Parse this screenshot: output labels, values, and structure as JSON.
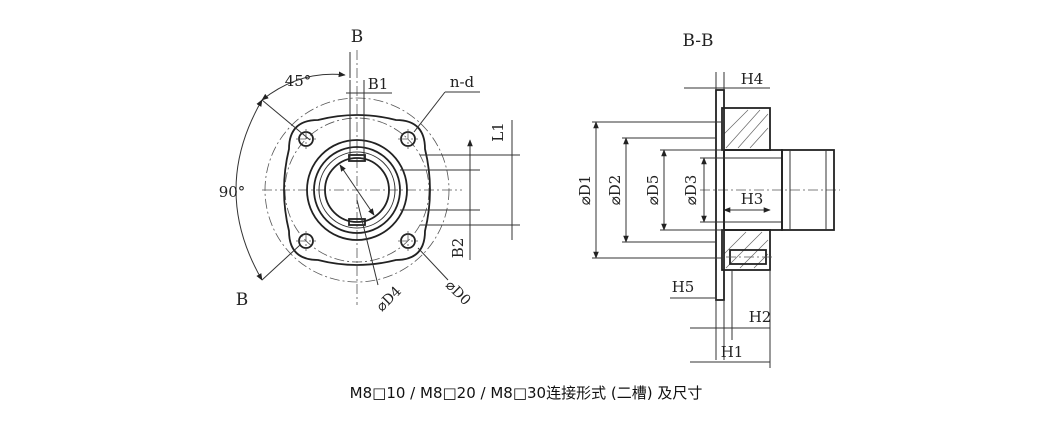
{
  "front_view": {
    "section_marker_top": "B",
    "section_marker_bottom": "B",
    "angle_45": "45°",
    "angle_90": "90°",
    "dim_b1": "B1",
    "dim_nd": "n-d",
    "dim_l1": "L1",
    "dim_b2": "B2",
    "dim_d4": "⌀D4",
    "dim_d0": "⌀D0"
  },
  "section_view": {
    "title": "B-B",
    "dim_d1": "⌀D1",
    "dim_d2": "⌀D2",
    "dim_d5": "⌀D5",
    "dim_d3": "⌀D3",
    "dim_h1": "H1",
    "dim_h2": "H2",
    "dim_h3": "H3",
    "dim_h4": "H4",
    "dim_h5": "H5"
  },
  "caption": "M8□10 / M8□20 / M8□30连接形式 (二槽) 及尺寸"
}
